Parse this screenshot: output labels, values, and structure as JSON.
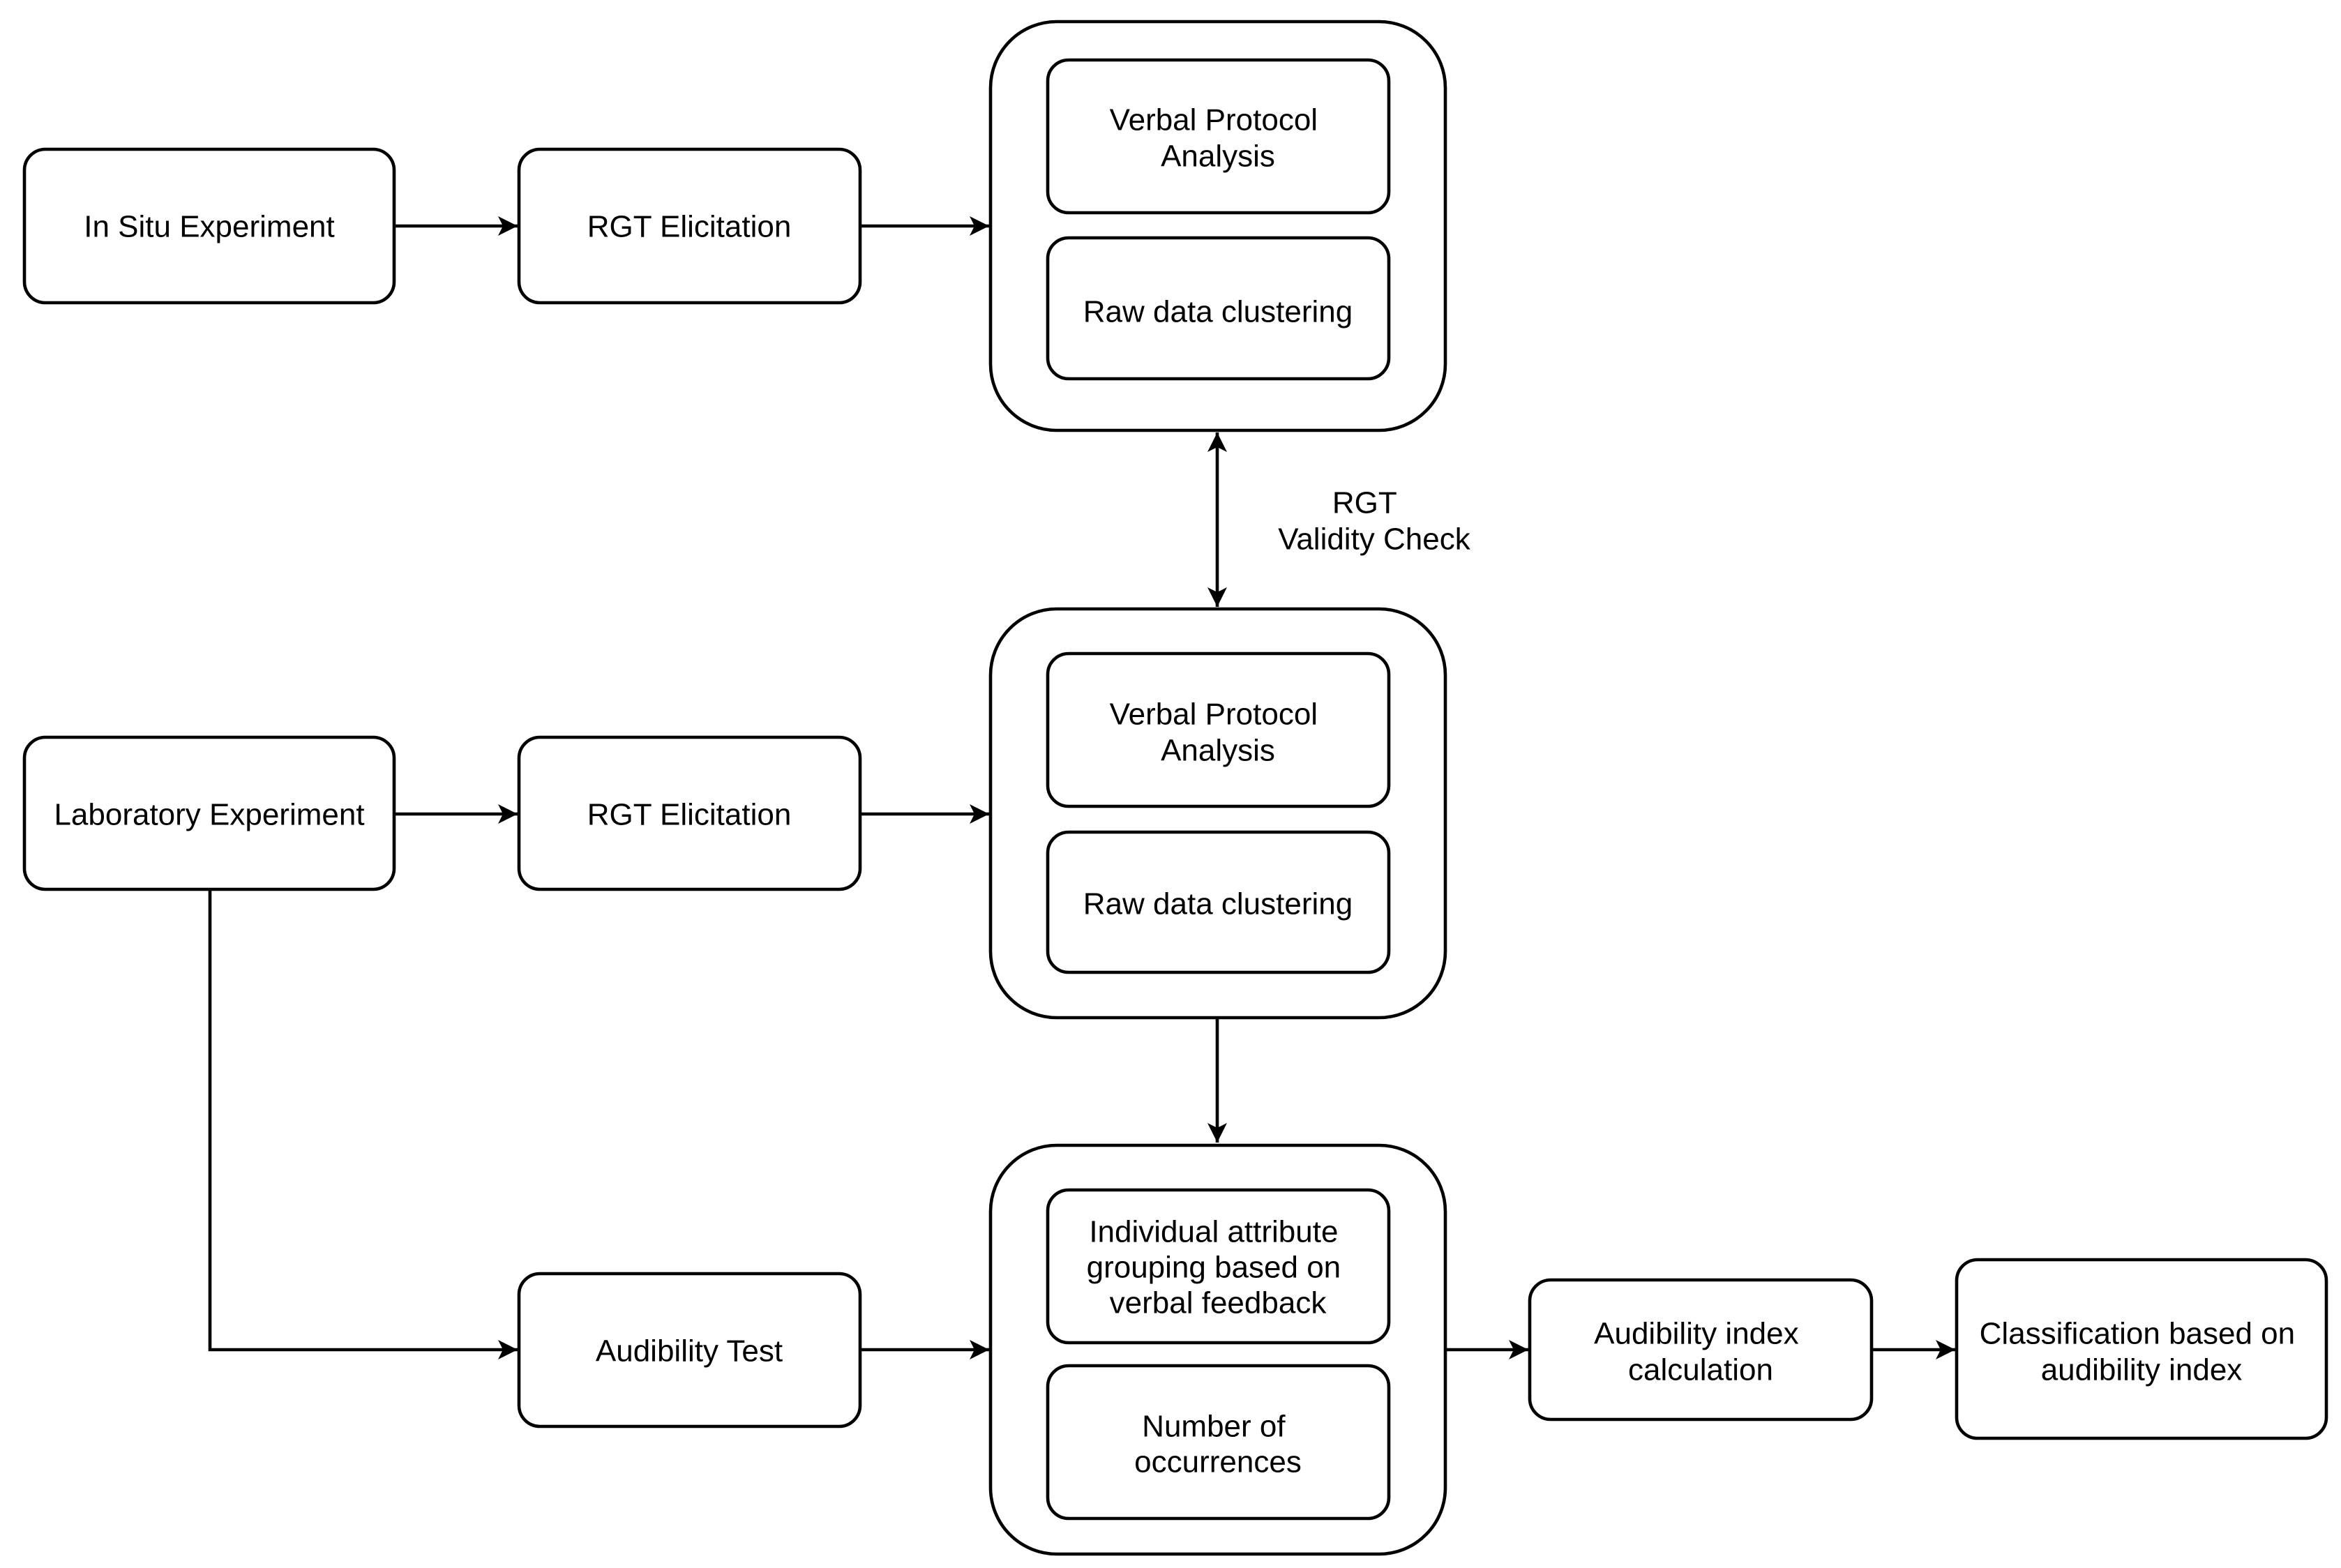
{
  "nodes": {
    "in_situ": {
      "lines": [
        "In Situ Experiment"
      ]
    },
    "rgt_elicitation_1": {
      "lines": [
        "RGT Elicitation"
      ]
    },
    "verbal_protocol_1": {
      "lines": [
        "Verbal Protocol",
        "Analysis"
      ]
    },
    "raw_clustering_1": {
      "lines": [
        "Raw data clustering"
      ]
    },
    "lab_experiment": {
      "lines": [
        "Laboratory Experiment"
      ]
    },
    "rgt_elicitation_2": {
      "lines": [
        "RGT Elicitation"
      ]
    },
    "verbal_protocol_2": {
      "lines": [
        "Verbal Protocol",
        "Analysis"
      ]
    },
    "raw_clustering_2": {
      "lines": [
        "Raw data clustering"
      ]
    },
    "audibility_test": {
      "lines": [
        "Audibility Test"
      ]
    },
    "attribute_grouping": {
      "lines": [
        "Individual attribute",
        "grouping based on",
        "verbal feedback"
      ]
    },
    "occurrences": {
      "lines": [
        "Number of",
        "occurrences"
      ]
    },
    "index_calc": {
      "lines": [
        "Audibility index",
        "calculation"
      ]
    },
    "classification": {
      "lines": [
        "Classification based on",
        "audibility index"
      ]
    }
  },
  "labels": {
    "validity_check": {
      "lines": [
        "RGT",
        "Validity Check"
      ]
    }
  },
  "edges": [
    {
      "from": "in_situ",
      "to": "rgt_elicitation_1"
    },
    {
      "from": "rgt_elicitation_1",
      "to": "group_1"
    },
    {
      "from": "group_1",
      "to": "group_2",
      "bidirectional": true,
      "label": "validity_check"
    },
    {
      "from": "lab_experiment",
      "to": "rgt_elicitation_2"
    },
    {
      "from": "rgt_elicitation_2",
      "to": "group_2"
    },
    {
      "from": "group_2",
      "to": "group_3"
    },
    {
      "from": "lab_experiment",
      "to": "audibility_test"
    },
    {
      "from": "audibility_test",
      "to": "group_3"
    },
    {
      "from": "group_3",
      "to": "index_calc"
    },
    {
      "from": "index_calc",
      "to": "classification"
    }
  ]
}
